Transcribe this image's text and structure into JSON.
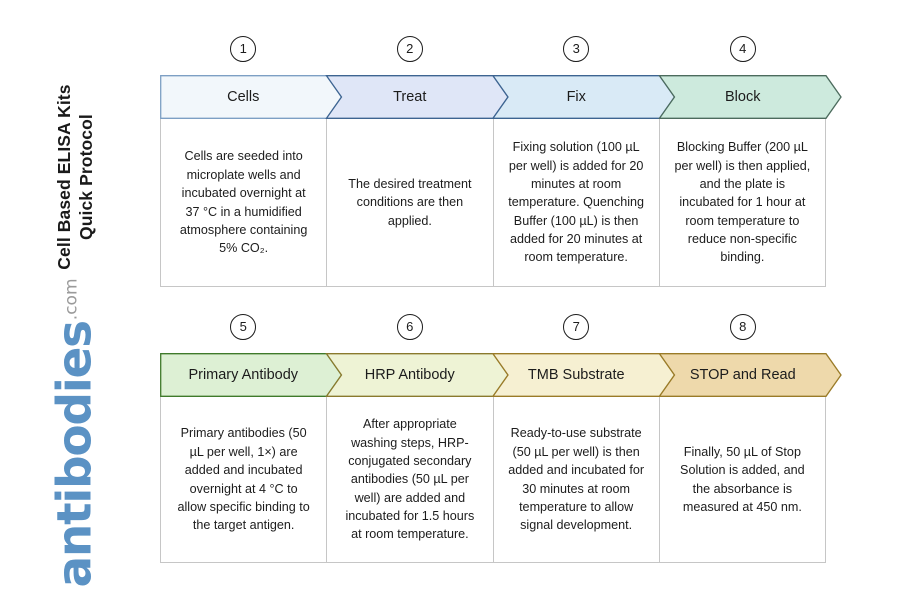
{
  "document": {
    "title_line1": "Cell Based ELISA Kits",
    "title_line2": "Quick Protocol"
  },
  "brand": {
    "name": "antibodies",
    "tld": ".com",
    "color": "#5b92c4",
    "tld_color": "#9a9a9a"
  },
  "palette": {
    "step1_fill": "#f2f7fb",
    "step1_stroke": "#7d9fc4",
    "step2_fill": "#dfe6f7",
    "step2_stroke": "#3d6491",
    "step3_fill": "#d9eaf6",
    "step3_stroke": "#3d6491",
    "step4_fill": "#cdeadd",
    "step4_stroke": "#4c6b5d",
    "step5_fill": "#ddf0d4",
    "step5_stroke": "#3f7a2b",
    "step6_fill": "#eef3d5",
    "step6_stroke": "#8a7a2e",
    "step7_fill": "#f6f0d2",
    "step7_stroke": "#9a7b28",
    "step8_fill": "#eed9ab",
    "step8_stroke": "#9a7b28",
    "cell_border": "#c6c6c6",
    "text": "#1c1c1c"
  },
  "rows": [
    {
      "name": "top-row",
      "steps": [
        {
          "number": "1",
          "label": "Cells",
          "description": "Cells are seeded into microplate wells and incubated overnight at 37 °C in a humidified atmosphere containing 5% CO₂.",
          "fill": "#f2f7fb",
          "stroke": "#7d9fc4"
        },
        {
          "number": "2",
          "label": "Treat",
          "description": "The desired treatment conditions are then applied.",
          "fill": "#dfe6f7",
          "stroke": "#3d6491"
        },
        {
          "number": "3",
          "label": "Fix",
          "description": "Fixing solution (100 µL per well) is added for 20 minutes at room temperature. Quenching Buffer (100 µL) is then added for 20 minutes at room temperature.",
          "fill": "#d9eaf6",
          "stroke": "#3d6491"
        },
        {
          "number": "4",
          "label": "Block",
          "description": "Blocking Buffer (200 µL per well) is then applied, and the plate is incubated for 1 hour at room temperature to reduce non-specific binding.",
          "fill": "#cdeadd",
          "stroke": "#4c6b5d"
        }
      ]
    },
    {
      "name": "bottom-row",
      "steps": [
        {
          "number": "5",
          "label": "Primary Antibody",
          "description": "Primary antibodies (50 µL per well, 1×) are added and incubated overnight at 4 °C to allow specific binding to the target antigen.",
          "fill": "#ddf0d4",
          "stroke": "#3f7a2b"
        },
        {
          "number": "6",
          "label": "HRP Antibody",
          "description": "After appropriate washing steps, HRP-conjugated secondary antibodies (50 µL per well) are added and incubated for 1.5 hours at room temperature.",
          "fill": "#eef3d5",
          "stroke": "#8a7a2e"
        },
        {
          "number": "7",
          "label": "TMB Substrate",
          "description": "Ready-to-use substrate (50 µL per well) is then added and incubated for 30 minutes at room temperature to allow signal development.",
          "fill": "#f6f0d2",
          "stroke": "#9a7b28"
        },
        {
          "number": "8",
          "label": "STOP and Read",
          "description": "Finally, 50 µL of Stop Solution is added, and the absorbance is measured at 450 nm.",
          "fill": "#eed9ab",
          "stroke": "#9a7b28"
        }
      ]
    }
  ]
}
